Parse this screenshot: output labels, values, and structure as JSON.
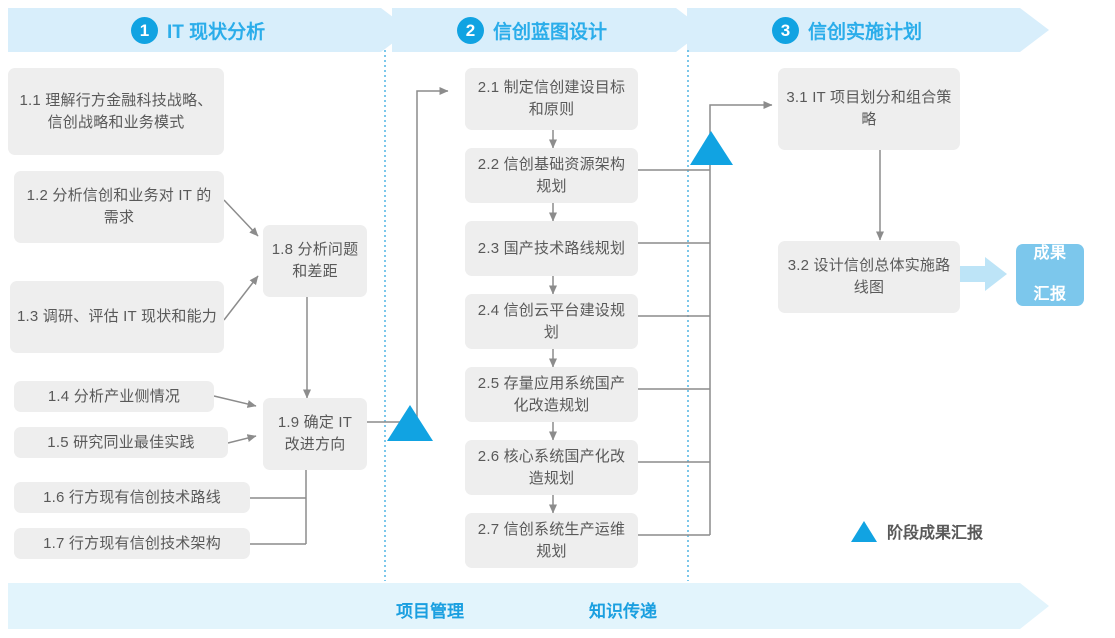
{
  "header": {
    "phases": [
      {
        "num": "1",
        "title": "IT 现状分析"
      },
      {
        "num": "2",
        "title": "信创蓝图设计"
      },
      {
        "num": "3",
        "title": "信创实施计划"
      }
    ]
  },
  "phase1": {
    "inputs": [
      {
        "id": "1.1",
        "text": "1.1 理解行方金融科技战略、信创战略和业务模式"
      },
      {
        "id": "1.2",
        "text": "1.2 分析信创和业务对 IT 的需求"
      },
      {
        "id": "1.3",
        "text": "1.3 调研、评估 IT 现状和能力"
      },
      {
        "id": "1.4",
        "text": "1.4 分析产业侧情况"
      },
      {
        "id": "1.5",
        "text": "1.5 研究同业最佳实践"
      },
      {
        "id": "1.6",
        "text": "1.6 行方现有信创技术路线"
      },
      {
        "id": "1.7",
        "text": "1.7 行方现有信创技术架构"
      }
    ],
    "synthesis": [
      {
        "id": "1.8",
        "text": "1.8 分析问题和差距"
      },
      {
        "id": "1.9",
        "text": "1.9 确定 IT 改进方向"
      }
    ]
  },
  "phase2": {
    "items": [
      {
        "id": "2.1",
        "text": "2.1 制定信创建设目标和原则"
      },
      {
        "id": "2.2",
        "text": "2.2 信创基础资源架构规划"
      },
      {
        "id": "2.3",
        "text": "2.3 国产技术路线规划"
      },
      {
        "id": "2.4",
        "text": "2.4 信创云平台建设规划"
      },
      {
        "id": "2.5",
        "text": "2.5 存量应用系统国产化改造规划"
      },
      {
        "id": "2.6",
        "text": "2.6 核心系统国产化改造规划"
      },
      {
        "id": "2.7",
        "text": "2.7 信创系统生产运维规划"
      }
    ]
  },
  "phase3": {
    "items": [
      {
        "id": "3.1",
        "text": "3.1 IT 项目划分和组合策略"
      },
      {
        "id": "3.2",
        "text": "3.2 设计信创总体实施路线图"
      }
    ],
    "result": "成果\n汇报"
  },
  "legend": {
    "milestone": "阶段成果汇报"
  },
  "footer": {
    "labels": [
      "项目管理",
      "知识传递"
    ]
  },
  "colors": {
    "accent": "#11a3e2",
    "header_bar": "#d8eefb",
    "footer_bar": "#e2f4fc",
    "node_bg": "#eeeeee",
    "node_text": "#595959",
    "result_bg": "#7cc7ec",
    "connector": "#8c8c8c",
    "divider": "#5bb9e5"
  }
}
